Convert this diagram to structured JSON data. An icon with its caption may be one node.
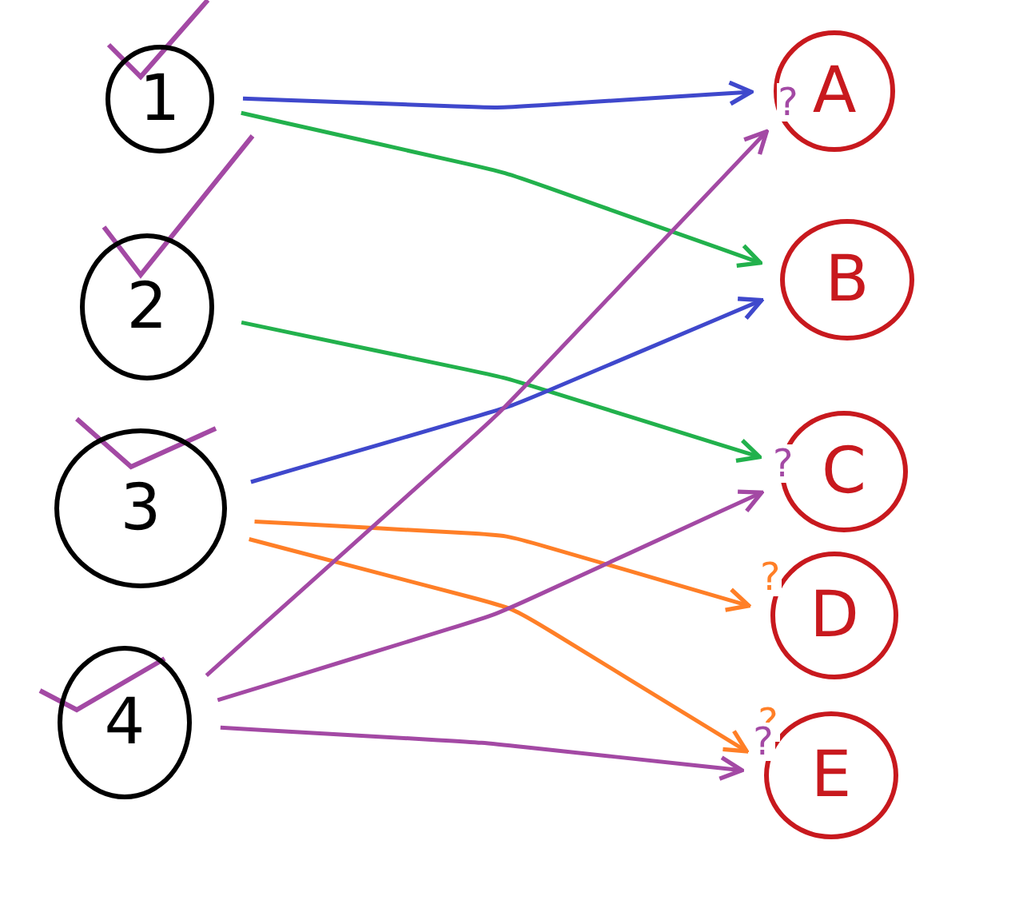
{
  "diagram": {
    "nodes": [
      {
        "text": [
          "1"
        ]
      },
      {
        "text": [
          "2"
        ]
      },
      {
        "text": [
          "3"
        ]
      },
      {
        "text": [
          "4"
        ]
      },
      {
        "text": [
          "A"
        ]
      },
      {
        "text": [
          "B"
        ]
      },
      {
        "text": [
          "C"
        ]
      },
      {
        "text": [
          "D"
        ]
      },
      {
        "text": [
          "E"
        ]
      }
    ],
    "edges": [
      {
        "from": 0,
        "to": 4,
        "arrow": "to",
        "color": "#3f48cc"
      },
      {
        "from": 0,
        "to": 5,
        "arrow": "to",
        "color": "#22b14c"
      },
      {
        "from": 1,
        "to": 6,
        "arrow": "to",
        "color": "#22b14c"
      },
      {
        "from": 2,
        "to": 5,
        "arrow": "to",
        "color": "#3f48cc"
      },
      {
        "from": 2,
        "to": 7,
        "arrow": "to",
        "color": "#ff7f27",
        "label": "?"
      },
      {
        "from": 2,
        "to": 8,
        "arrow": "to",
        "color": "#ff7f27",
        "label": "?"
      },
      {
        "from": 3,
        "to": 4,
        "arrow": "to",
        "label": "?"
      },
      {
        "from": 3,
        "to": 6,
        "arrow": "to",
        "label": "?"
      },
      {
        "from": 3,
        "to": 8,
        "arrow": "to",
        "label": "?"
      }
    ]
  }
}
